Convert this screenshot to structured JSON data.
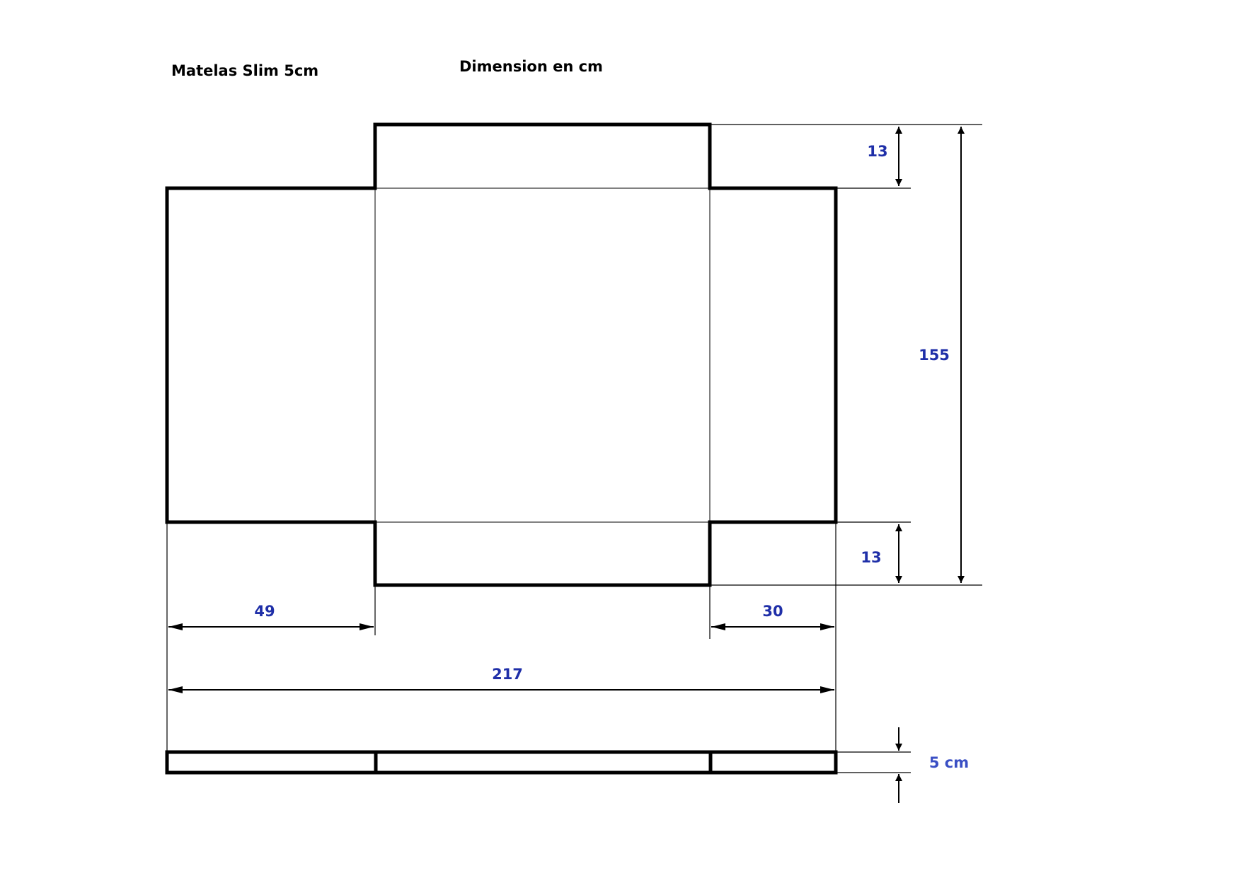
{
  "title": "Matelas Slim 5cm",
  "subtitle": "Dimension en cm",
  "colors": {
    "dimension_text": "#1f2fa8",
    "thickness_text": "#3a4fc4",
    "line": "#000000",
    "background": "#ffffff"
  },
  "dimensions": {
    "flap_top": "13",
    "total_height": "155",
    "flap_bottom": "13",
    "left_panel": "49",
    "right_panel": "30",
    "total_width": "217",
    "thickness": "5 cm"
  }
}
